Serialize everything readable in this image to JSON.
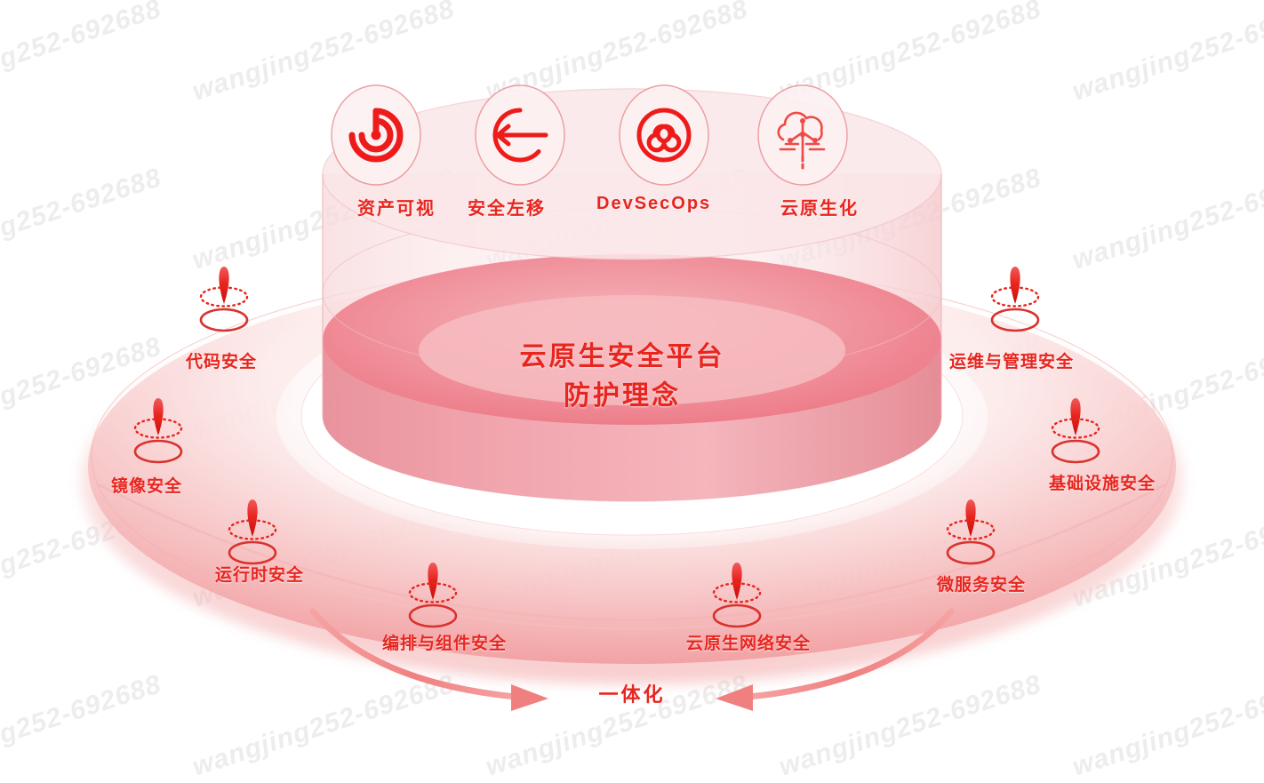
{
  "diagram": {
    "title": "云原生安全平台防护理念",
    "core": {
      "line1": "云原生安全平台",
      "line2": "防护理念"
    },
    "colors": {
      "accent_red": "#E8251F",
      "icon_red": "#EE1B1B",
      "core_disc": "#ED7080",
      "core_inner": "#F4A2A8",
      "cylinder_body": "#FBDEE0",
      "torus_pink": "#F6B8B9",
      "arrow_pink": "#F08080",
      "background": "#FFFFFF"
    },
    "top_pillars": [
      {
        "label": "资产可视",
        "icon": "radar-target-icon"
      },
      {
        "label": "安全左移",
        "icon": "circle-arrow-left-icon"
      },
      {
        "label": "DevSecOps",
        "icon": "infinity-circle-icon"
      },
      {
        "label": "云原生化",
        "icon": "cloud-circuit-icon"
      }
    ],
    "ring_items": [
      {
        "label": "代码安全",
        "side": "left"
      },
      {
        "label": "镜像安全",
        "side": "left"
      },
      {
        "label": "运行时安全",
        "side": "left"
      },
      {
        "label": "编排与组件安全",
        "side": "bottom"
      },
      {
        "label": "云原生网络安全",
        "side": "bottom"
      },
      {
        "label": "微服务安全",
        "side": "right"
      },
      {
        "label": "基础设施安全",
        "side": "right"
      },
      {
        "label": "运维与管理安全",
        "side": "right"
      }
    ],
    "footer": {
      "label": "一体化"
    },
    "watermark": {
      "text": "wangjing252-692688"
    }
  }
}
